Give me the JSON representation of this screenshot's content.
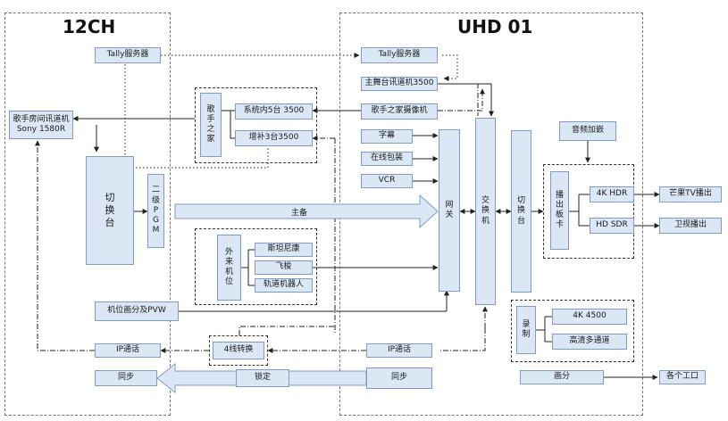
{
  "regions": {
    "left_title": "12CH",
    "right_title": "UHD 01"
  },
  "nodes": {
    "tally_left": "Tally服务器",
    "tally_right": "Tally服务器",
    "singer_intercom": "歌手房间讯道机\nSony 1580R",
    "switcher_left": [
      "切",
      "换",
      "台"
    ],
    "pgm": [
      "二",
      "级",
      "P",
      "G",
      "M"
    ],
    "singer_home": [
      "歌",
      "手",
      "之",
      "家"
    ],
    "sys5": "系统内5台 3500",
    "sup3": "增补3台3500",
    "main_stage": "主舞台讯道机3500",
    "singer_cam": "歌手之家摄像机",
    "subtitle": "字幕",
    "online_pkg": "在线包装",
    "vcr": "VCR",
    "gateway": [
      "网",
      "关"
    ],
    "router": [
      "交",
      "换",
      "机"
    ],
    "switcher_right": [
      "切",
      "换",
      "台"
    ],
    "audio_embed": "音频加嵌",
    "playout_card": [
      "播",
      "出",
      "板",
      "卡"
    ],
    "hdr4k": "4K HDR",
    "sdr_hd": "HD SDR",
    "mango_tv": "芒果TV播出",
    "satellite": "卫视播出",
    "external": [
      "外",
      "来",
      "机",
      "位"
    ],
    "steadicam": "斯坦尼康",
    "drone": "飞梭",
    "rail_robot": "轨道机器人",
    "multiview": "机位画分及PVW",
    "ip_left": "IP通话",
    "ip_right": "IP通话",
    "conv4": "4线转换",
    "sync_left": "同步",
    "lock": "锁定",
    "sync_right": "同步",
    "record": [
      "录",
      "制"
    ],
    "rec4k": "4K 4500",
    "hd_multi": "高清多通道",
    "split": "画分",
    "work_stations": "各个工口"
  },
  "arrows": {
    "main_feed": "主备"
  },
  "colors": {
    "box_fill": "#dbe7f5",
    "box_border": "#7f9cc3",
    "line": "#222222"
  }
}
